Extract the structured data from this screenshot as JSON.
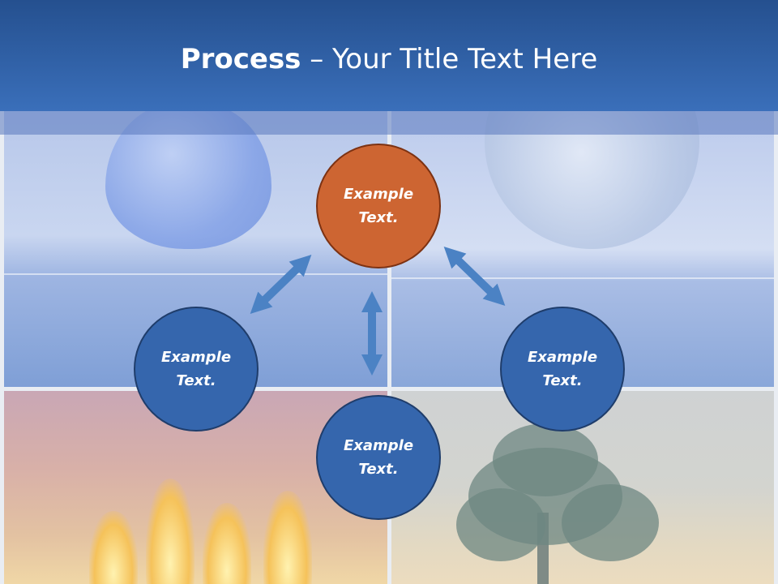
{
  "slide": {
    "title_bold": "Process",
    "title_rest": " – Your Title Text Here"
  },
  "nodes": [
    {
      "line1": "Example",
      "line2": "Text."
    },
    {
      "line1": "Example",
      "line2": "Text."
    },
    {
      "line1": "Example",
      "line2": "Text."
    },
    {
      "line1": "Example",
      "line2": "Text."
    }
  ],
  "colors": {
    "title_bar": "#3a6fba",
    "node_fill": "#3566ad",
    "accent_node_fill": "#cd6532",
    "arrow": "#4b82c4"
  },
  "icons": [
    "double-headed-arrow",
    "double-headed-arrow",
    "double-headed-arrow"
  ]
}
